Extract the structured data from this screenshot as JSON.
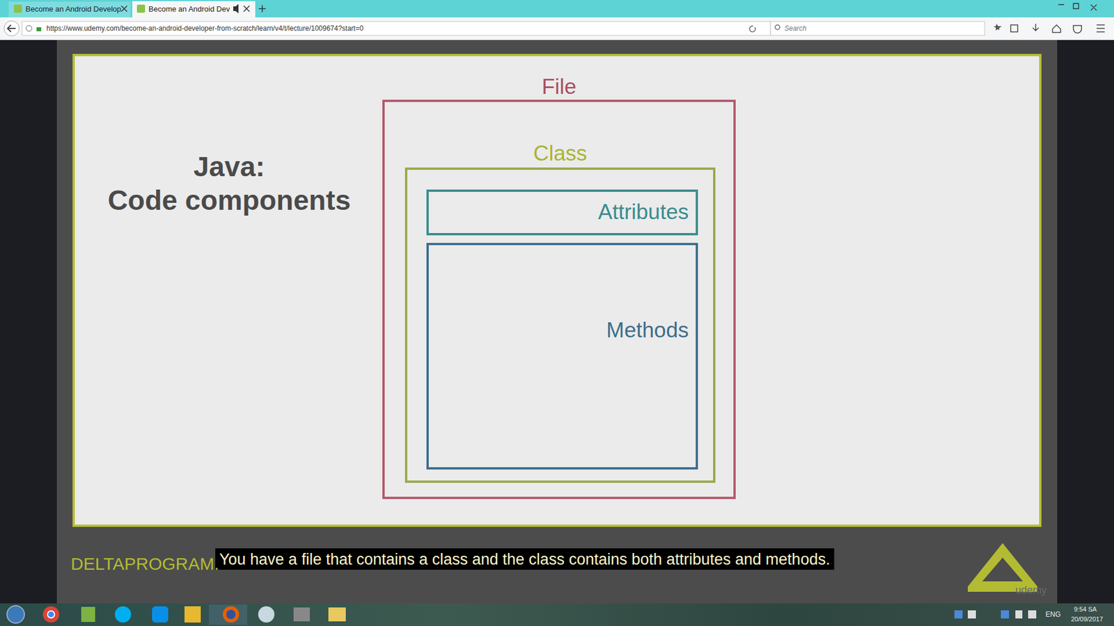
{
  "diagram": {
    "nodes": [
      {
        "text": [
          "Java:",
          "Code components"
        ]
      },
      {
        "text": [
          "File"
        ],
        "in": 0
      },
      {
        "text": [
          "Class"
        ],
        "in": 1
      },
      {
        "text": [
          "Attributes"
        ],
        "in": 2
      },
      {
        "text": [
          "Methods"
        ],
        "in": 2
      }
    ],
    "labels": [
      "Become an Android Develop",
      "Become an Android Dev",
      "https://www.udemy.com/become-an-android-developer-from-scratch/learn/v4/t/lecture/1009674?start=0",
      "Search",
      "DELTAPROGRAM.",
      "You have a file that contains a class and the class contains both attributes and methods.",
      "udemy",
      "ENG",
      "9:54 SA",
      "20/09/2017"
    ]
  }
}
